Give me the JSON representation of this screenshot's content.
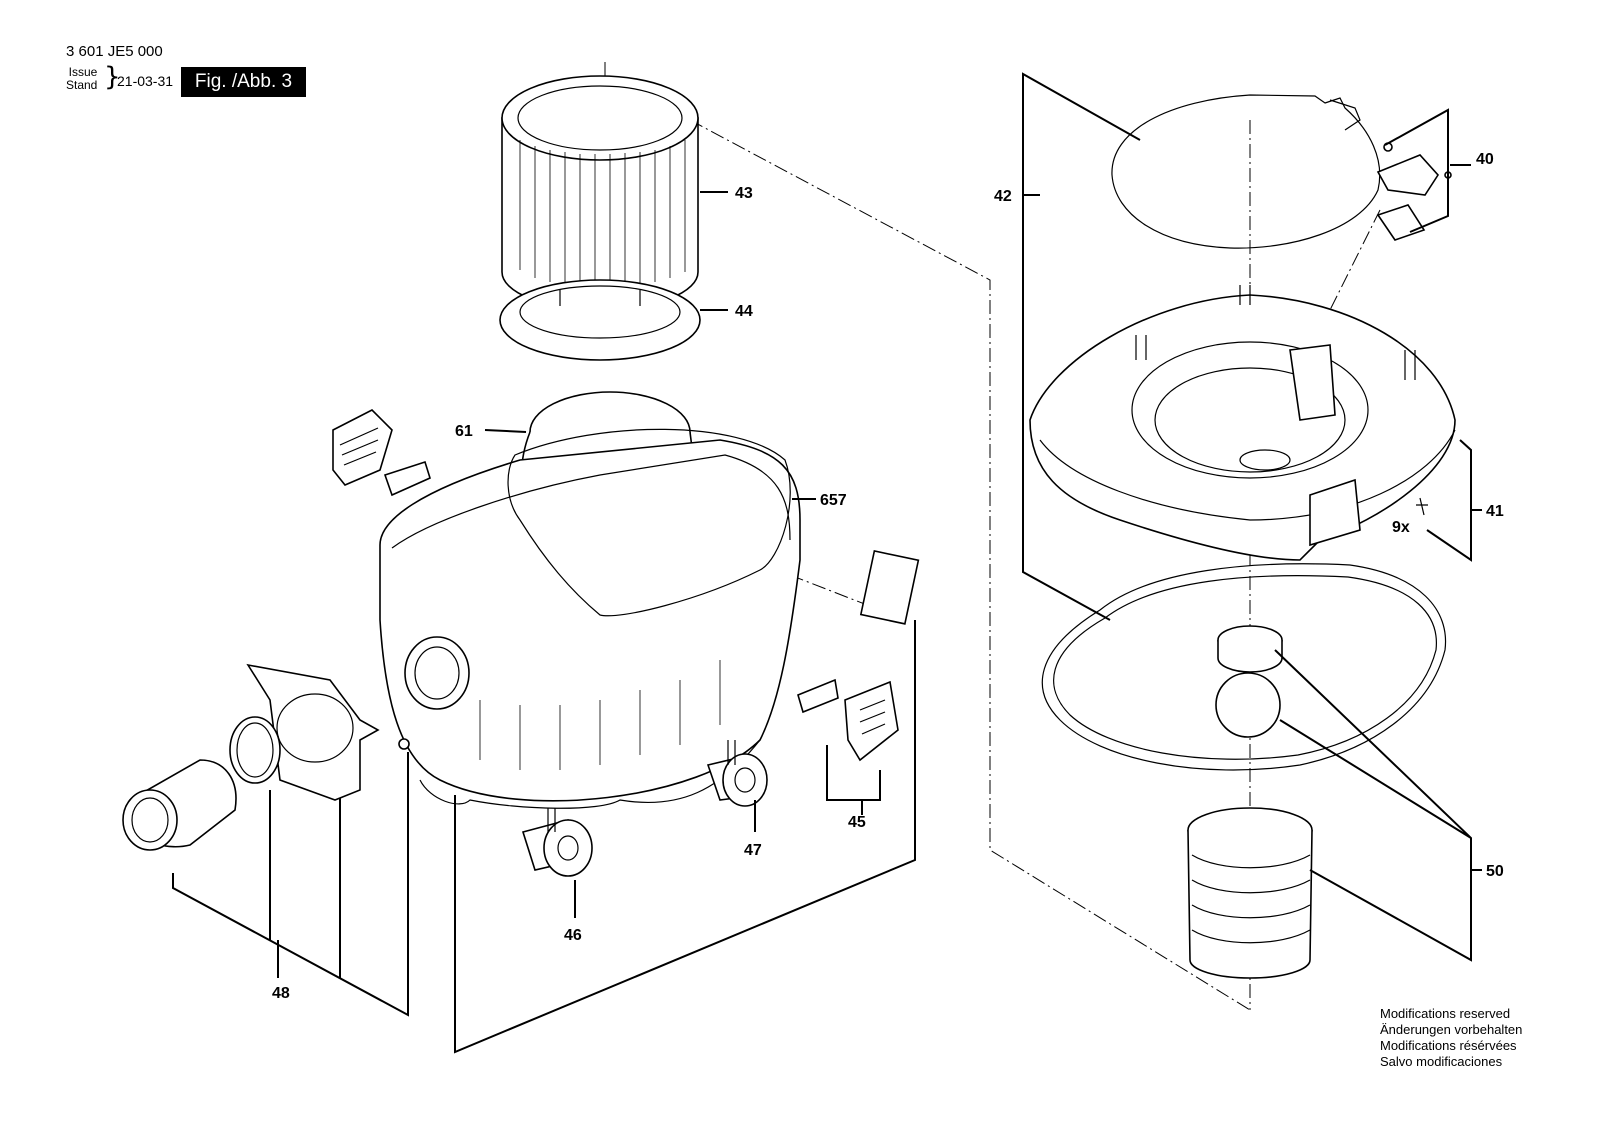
{
  "header": {
    "part_number": "3 601 JE5 000",
    "issue_label": "Issue",
    "stand_label": "Stand",
    "date": "21-03-31",
    "figure": "Fig. /Abb. 3"
  },
  "labels": {
    "p40": "40",
    "p41": "41",
    "p42": "42",
    "p43": "43",
    "p44": "44",
    "p45": "45",
    "p46": "46",
    "p47": "47",
    "p48": "48",
    "p50": "50",
    "p61": "61",
    "p657": "657",
    "qty_9x": "9x"
  },
  "notes": [
    "Modifications reserved",
    "Änderungen vorbehalten",
    "Modifications résérvées",
    "Salvo modificaciones"
  ]
}
